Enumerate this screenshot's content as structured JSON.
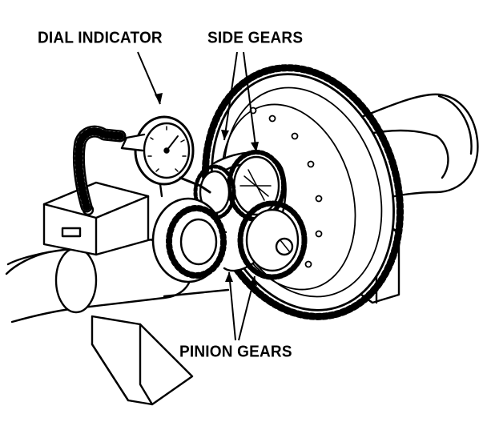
{
  "labels": {
    "dial_indicator": "DIAL INDICATOR",
    "side_gears": "SIDE GEARS",
    "pinion_gears": "PINION GEARS"
  },
  "colors": {
    "ink": "#000000",
    "paper": "#ffffff"
  },
  "icons": [
    "dial-indicator-icon",
    "ring-gear-icon",
    "bearing-icon",
    "pinion-gear-icon",
    "side-gear-icon",
    "axle-shaft-icon",
    "v-block-stand-icon",
    "magnetic-base-icon"
  ]
}
